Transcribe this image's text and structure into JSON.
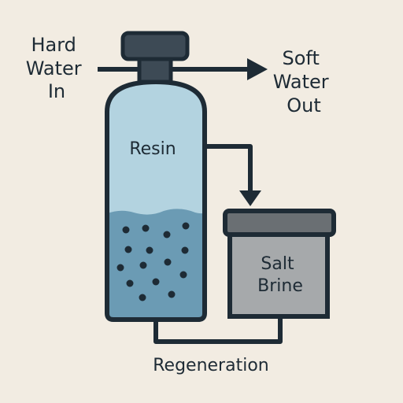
{
  "labels": {
    "hard_water_in": [
      "Hard",
      "Water",
      "In"
    ],
    "soft_water_out": [
      "Soft",
      "Water",
      "Out"
    ],
    "resin": "Resin",
    "salt_brine": [
      "Salt",
      "Brine"
    ],
    "regeneration": "Regeneration"
  },
  "colors": {
    "background": "#f2ece2",
    "outline": "#1e2b35",
    "cap": "#3d4a55",
    "tank_upper": "#b3d3e0",
    "tank_water": "#6b9bb4",
    "brine_tank": "#a6a9ab",
    "brine_lid": "#6a6f73"
  }
}
